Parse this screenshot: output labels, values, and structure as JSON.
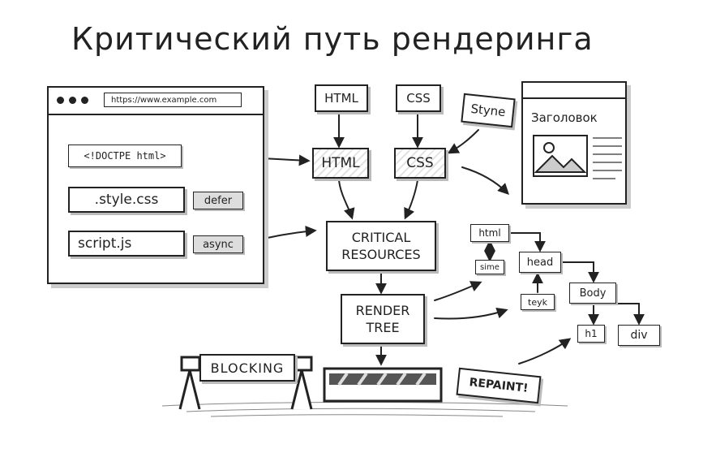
{
  "title": "Критический путь рендеринга",
  "browser": {
    "url": "https://www.example.com",
    "items": {
      "doctype": "<!DOCTPE html>",
      "style": ".style.css",
      "defer": "defer",
      "script": "script.js",
      "async": "async"
    }
  },
  "sources": {
    "html": "HTML",
    "css": "CSS",
    "styne": "Styne"
  },
  "parsed": {
    "html": "HTML",
    "css": "CSS"
  },
  "page_preview": {
    "heading": "Заголовок"
  },
  "critical": {
    "line1": "CRITICAL",
    "line2": "RESOURCES"
  },
  "render_tree": {
    "line1": "RENDER",
    "line2": "TREE"
  },
  "dom_tree": {
    "html": "html",
    "sime": "sime",
    "head": "head",
    "teyk": "teyk",
    "body": "Body",
    "h1": "h1",
    "div": "div"
  },
  "blocking": "BLOCKING",
  "repaint": "REPAINT!"
}
